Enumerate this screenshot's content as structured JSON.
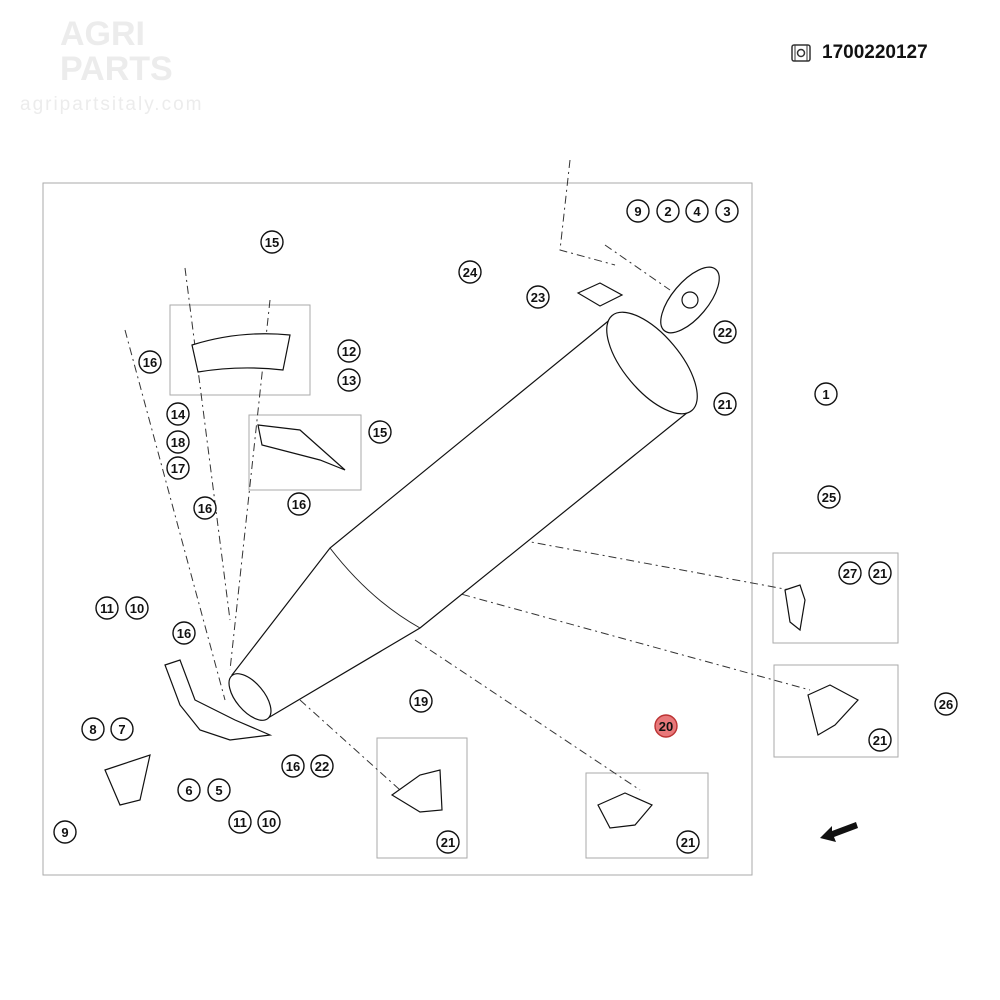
{
  "header": {
    "part_number": "1700220127",
    "icon": "parts-catalog-icon"
  },
  "watermark": {
    "brand_line1": "AGRI",
    "brand_line2": "PARTS",
    "url": "agripartsitaly.com"
  },
  "callouts": [
    "15",
    "24",
    "9",
    "2",
    "4",
    "3",
    "23",
    "22",
    "12",
    "16",
    "13",
    "21",
    "1",
    "14",
    "15",
    "18",
    "17",
    "16",
    "16",
    "25",
    "27",
    "21",
    "11",
    "10",
    "16",
    "19",
    "20",
    "26",
    "21",
    "8",
    "7",
    "16",
    "22",
    "6",
    "5",
    "11",
    "10",
    "9",
    "21",
    "21"
  ],
  "highlighted_callout": "20",
  "colors": {
    "highlight": "#e8787a",
    "line": "#111111"
  }
}
